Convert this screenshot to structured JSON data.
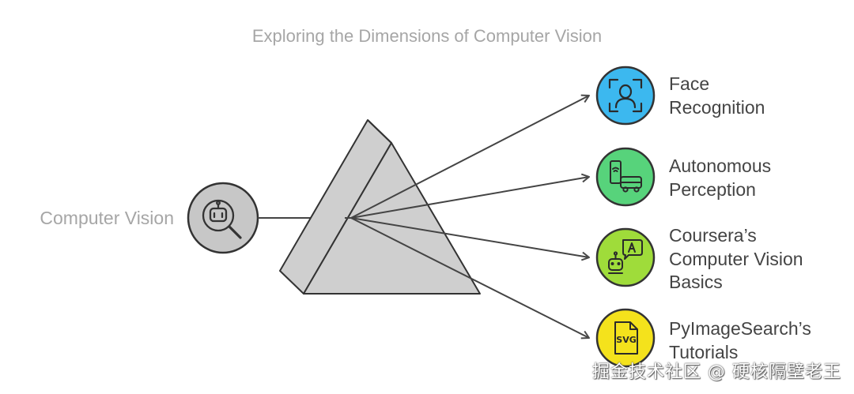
{
  "title": "Exploring the Dimensions of Computer Vision",
  "source": {
    "label": "Computer Vision",
    "icon": "robot-magnifier-icon",
    "color": "#c7c7c7"
  },
  "prism": {
    "color": "#cfcfcf"
  },
  "outputs": [
    {
      "lines": [
        "Face",
        "Recognition"
      ],
      "icon": "face-scan-icon",
      "color": "#3cb8ef"
    },
    {
      "lines": [
        "Autonomous",
        "Perception"
      ],
      "icon": "autonomous-vehicle-icon",
      "color": "#57d37b"
    },
    {
      "lines": [
        "Coursera’s",
        "Computer Vision",
        "Basics"
      ],
      "icon": "robot-chat-icon",
      "color": "#9fdc3a"
    },
    {
      "lines": [
        "PyImageSearch’s",
        "Tutorials"
      ],
      "icon": "svg-file-icon",
      "color": "#f4e21c"
    }
  ],
  "watermark": "掘金技术社区 @ 硬核隔壁老王"
}
